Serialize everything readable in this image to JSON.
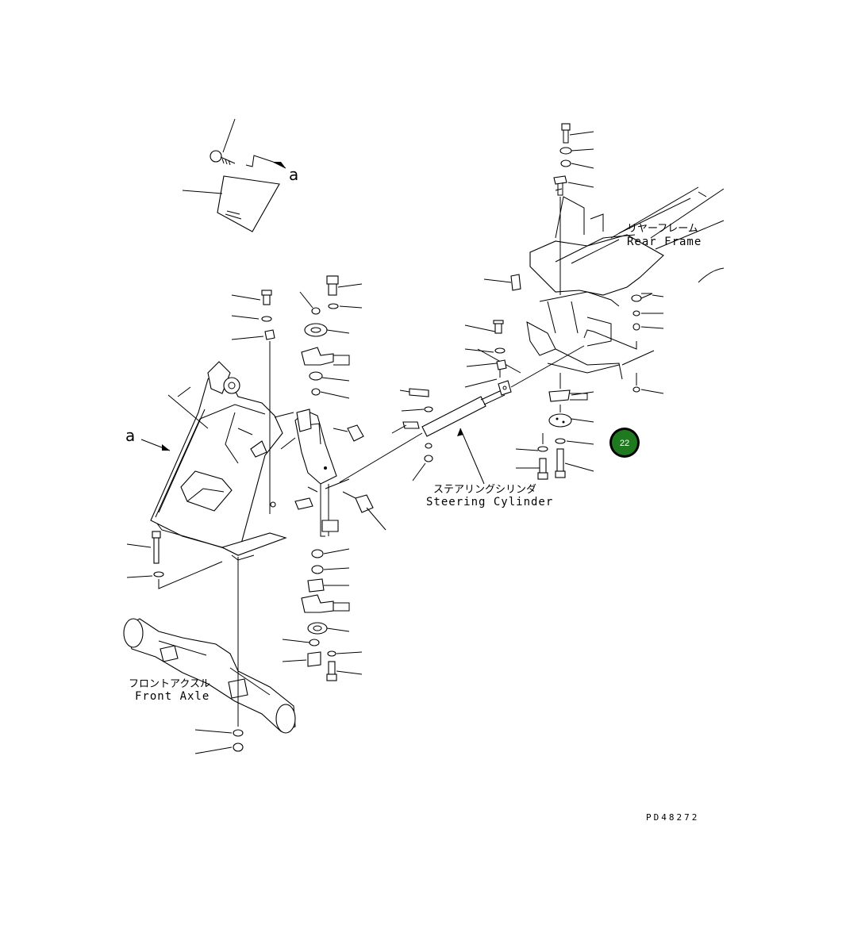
{
  "labels": {
    "view_letter_top": "a",
    "view_letter_left": "a",
    "rear_frame_jp": "リヤーフレーム",
    "rear_frame_en": "Rear Frame",
    "steering_cylinder_jp": "ステアリングシリンダ",
    "steering_cylinder_en": "Steering Cylinder",
    "front_axle_jp": "フロントアクスル",
    "front_axle_en": "Front Axle",
    "drawing_code": "PD48272"
  },
  "badge": {
    "number": "22",
    "color": "#1f7a1f"
  }
}
